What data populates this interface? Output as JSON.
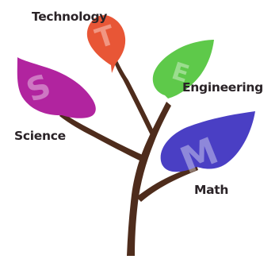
{
  "diagram": {
    "branches": [
      {
        "key": "technology",
        "label": "Technology",
        "letter": "T",
        "color": "#e85636"
      },
      {
        "key": "engineering",
        "label": "Engineering",
        "letter": "E",
        "color": "#5ec94a"
      },
      {
        "key": "science",
        "label": "Science",
        "letter": "S",
        "color": "#b1249f"
      },
      {
        "key": "math",
        "label": "Math",
        "letter": "M",
        "color": "#4a3fc4"
      }
    ],
    "trunk_color": "#4e2c1c"
  }
}
